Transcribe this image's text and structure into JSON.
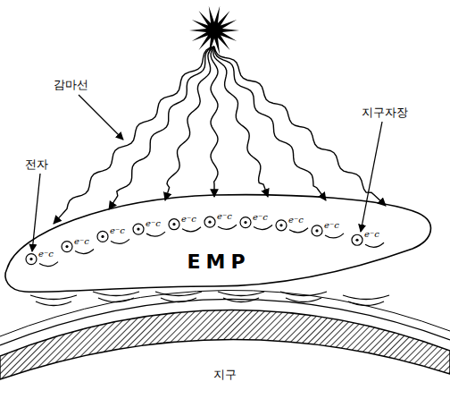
{
  "diagram": {
    "nodes": [
      {
        "text": [
          "EMP"
        ]
      },
      {
        "text": [
          "지구"
        ]
      }
    ],
    "labels": [
      "감마선",
      "전자",
      "지구자장",
      "e⁻c",
      "e⁻c",
      "e⁻c",
      "e⁻c",
      "e⁻c",
      "e⁻c",
      "e⁻c",
      "e⁻c",
      "e⁻c",
      "e⁻c"
    ]
  }
}
